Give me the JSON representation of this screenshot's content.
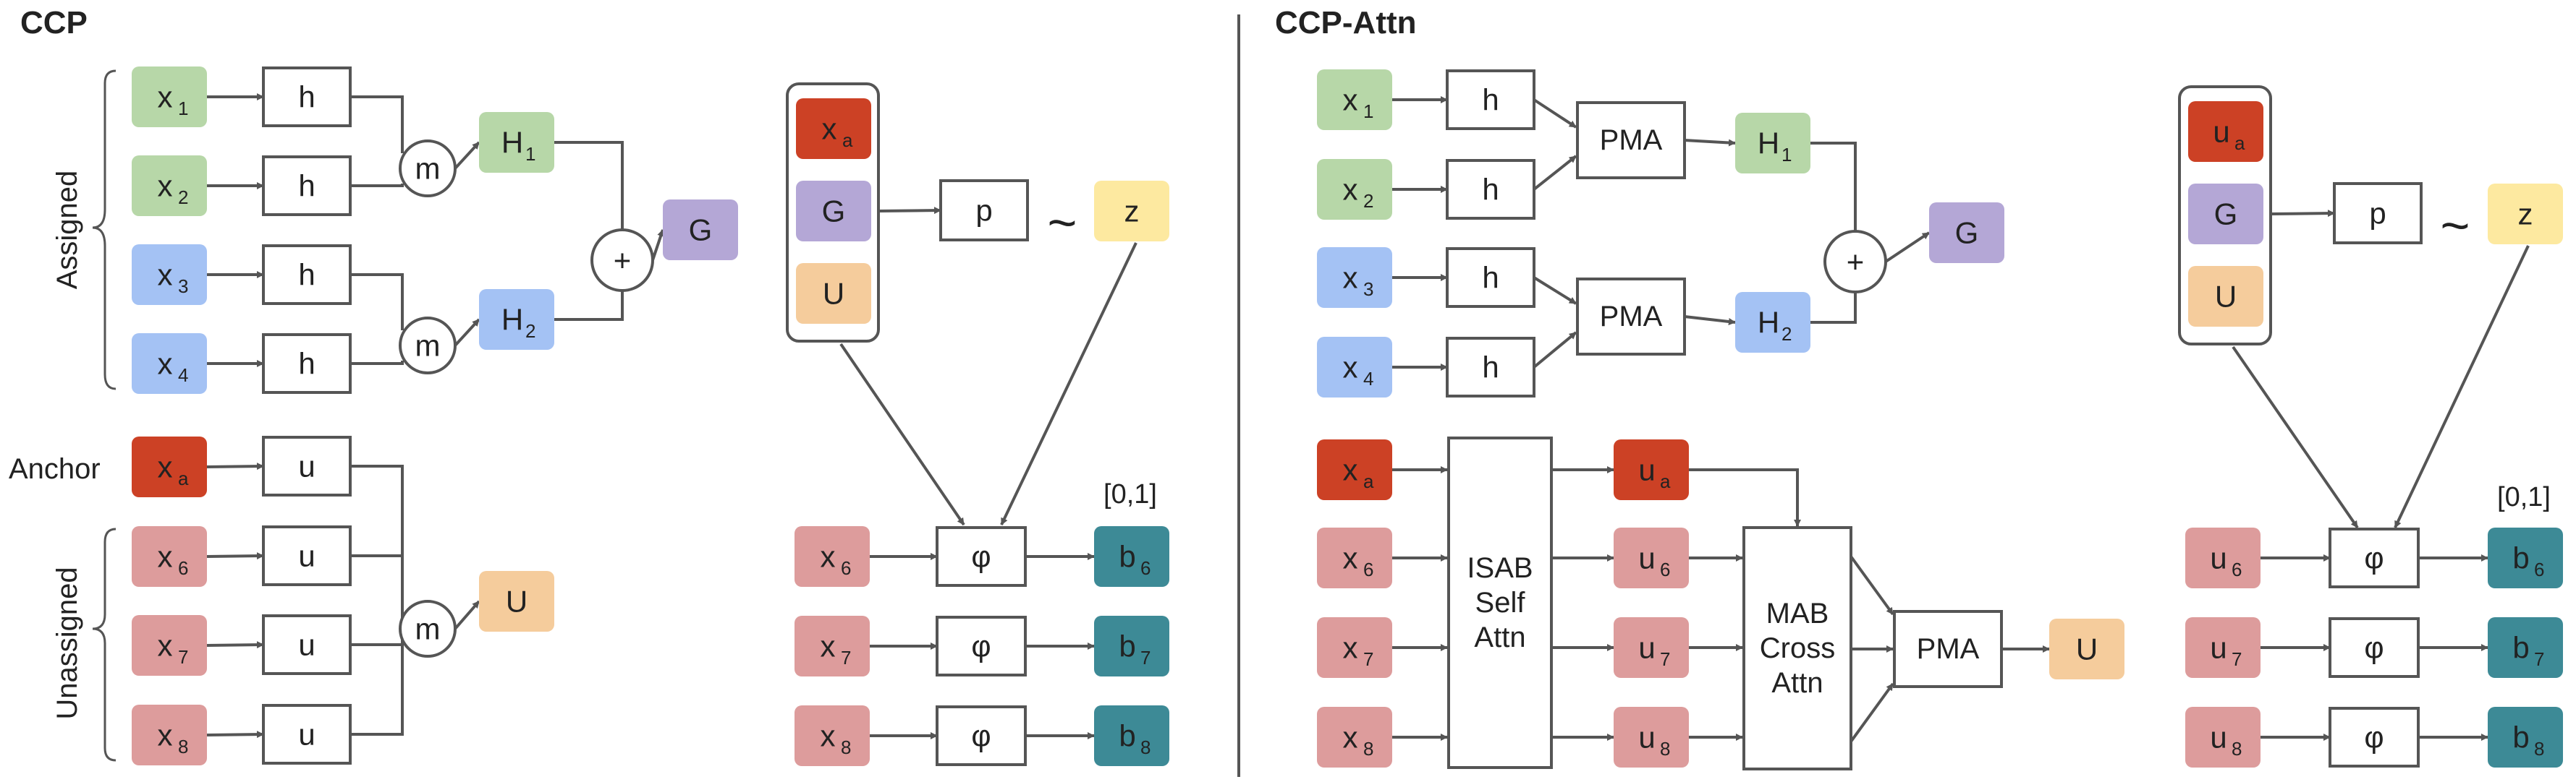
{
  "titles": {
    "left": "CCP",
    "right": "CCP-Attn"
  },
  "labels": {
    "assigned": "Assigned",
    "unassigned": "Unassigned",
    "anchor": "Anchor",
    "range_left": "[0,1]",
    "range_right": "[0,1]",
    "tilde": "~"
  },
  "colors": {
    "green": "#b7d7a8",
    "blue": "#a4c2f4",
    "red": "#cc4125",
    "pink": "#dd9c9c",
    "purple": "#b4a7d6",
    "orange": "#f5cc9c",
    "yellow": "#fde9a0",
    "teal": "#3d8a96",
    "stroke": "#555555"
  },
  "nodes": [
    {
      "id": "L_x1",
      "label": "x",
      "sub": "1",
      "kind": "color",
      "color": "green"
    },
    {
      "id": "L_x2",
      "label": "x",
      "sub": "2",
      "kind": "color",
      "color": "green"
    },
    {
      "id": "L_x3",
      "label": "x",
      "sub": "3",
      "kind": "color",
      "color": "blue"
    },
    {
      "id": "L_x4",
      "label": "x",
      "sub": "4",
      "kind": "color",
      "color": "blue"
    },
    {
      "id": "L_h1",
      "label": "h",
      "kind": "box"
    },
    {
      "id": "L_h2",
      "label": "h",
      "kind": "box"
    },
    {
      "id": "L_h3",
      "label": "h",
      "kind": "box"
    },
    {
      "id": "L_h4",
      "label": "h",
      "kind": "box"
    },
    {
      "id": "L_m1",
      "label": "m",
      "kind": "circle"
    },
    {
      "id": "L_m2",
      "label": "m",
      "kind": "circle"
    },
    {
      "id": "L_H1",
      "label": "H",
      "sub": "1",
      "kind": "color",
      "color": "green"
    },
    {
      "id": "L_H2",
      "label": "H",
      "sub": "2",
      "kind": "color",
      "color": "blue"
    },
    {
      "id": "L_plus",
      "label": "+",
      "kind": "circle"
    },
    {
      "id": "L_G",
      "label": "G",
      "kind": "color",
      "color": "purple"
    },
    {
      "id": "L_xa",
      "label": "x",
      "sub": "a",
      "kind": "color",
      "color": "red",
      "light": true
    },
    {
      "id": "L_x6",
      "label": "x",
      "sub": "6",
      "kind": "color",
      "color": "pink"
    },
    {
      "id": "L_x7",
      "label": "x",
      "sub": "7",
      "kind": "color",
      "color": "pink"
    },
    {
      "id": "L_x8",
      "label": "x",
      "sub": "8",
      "kind": "color",
      "color": "pink"
    },
    {
      "id": "L_u1",
      "label": "u",
      "kind": "box"
    },
    {
      "id": "L_u2",
      "label": "u",
      "kind": "box"
    },
    {
      "id": "L_u3",
      "label": "u",
      "kind": "box"
    },
    {
      "id": "L_u4",
      "label": "u",
      "kind": "box"
    },
    {
      "id": "L_m3",
      "label": "m",
      "kind": "circle"
    },
    {
      "id": "L_U",
      "label": "U",
      "kind": "color",
      "color": "orange"
    },
    {
      "id": "L_gxa",
      "label": "x",
      "sub": "a",
      "kind": "color",
      "color": "red",
      "light": true
    },
    {
      "id": "L_gG",
      "label": "G",
      "kind": "color",
      "color": "purple"
    },
    {
      "id": "L_gU",
      "label": "U",
      "kind": "color",
      "color": "orange"
    },
    {
      "id": "L_p",
      "label": "p",
      "kind": "box"
    },
    {
      "id": "L_z",
      "label": "z",
      "kind": "color",
      "color": "yellow"
    },
    {
      "id": "L_px6",
      "label": "x",
      "sub": "6",
      "kind": "color",
      "color": "pink"
    },
    {
      "id": "L_px7",
      "label": "x",
      "sub": "7",
      "kind": "color",
      "color": "pink"
    },
    {
      "id": "L_px8",
      "label": "x",
      "sub": "8",
      "kind": "color",
      "color": "pink"
    },
    {
      "id": "L_phi6",
      "label": "φ",
      "kind": "box"
    },
    {
      "id": "L_phi7",
      "label": "φ",
      "kind": "box"
    },
    {
      "id": "L_phi8",
      "label": "φ",
      "kind": "box"
    },
    {
      "id": "L_b6",
      "label": "b",
      "sub": "6",
      "kind": "color",
      "color": "teal",
      "light": true
    },
    {
      "id": "L_b7",
      "label": "b",
      "sub": "7",
      "kind": "color",
      "color": "teal",
      "light": true
    },
    {
      "id": "L_b8",
      "label": "b",
      "sub": "8",
      "kind": "color",
      "color": "teal",
      "light": true
    },
    {
      "id": "R_x1",
      "label": "x",
      "sub": "1",
      "kind": "color",
      "color": "green"
    },
    {
      "id": "R_x2",
      "label": "x",
      "sub": "2",
      "kind": "color",
      "color": "green"
    },
    {
      "id": "R_x3",
      "label": "x",
      "sub": "3",
      "kind": "color",
      "color": "blue"
    },
    {
      "id": "R_x4",
      "label": "x",
      "sub": "4",
      "kind": "color",
      "color": "blue"
    },
    {
      "id": "R_h1",
      "label": "h",
      "kind": "box"
    },
    {
      "id": "R_h2",
      "label": "h",
      "kind": "box"
    },
    {
      "id": "R_h3",
      "label": "h",
      "kind": "box"
    },
    {
      "id": "R_h4",
      "label": "h",
      "kind": "box"
    },
    {
      "id": "R_pma1",
      "label": "PMA",
      "kind": "box"
    },
    {
      "id": "R_pma2",
      "label": "PMA",
      "kind": "box"
    },
    {
      "id": "R_H1",
      "label": "H",
      "sub": "1",
      "kind": "color",
      "color": "green"
    },
    {
      "id": "R_H2",
      "label": "H",
      "sub": "2",
      "kind": "color",
      "color": "blue"
    },
    {
      "id": "R_plus",
      "label": "+",
      "kind": "circle"
    },
    {
      "id": "R_G",
      "label": "G",
      "kind": "color",
      "color": "purple"
    },
    {
      "id": "R_xa",
      "label": "x",
      "sub": "a",
      "kind": "color",
      "color": "red",
      "light": true
    },
    {
      "id": "R_x6",
      "label": "x",
      "sub": "6",
      "kind": "color",
      "color": "pink"
    },
    {
      "id": "R_x7",
      "label": "x",
      "sub": "7",
      "kind": "color",
      "color": "pink"
    },
    {
      "id": "R_x8",
      "label": "x",
      "sub": "8",
      "kind": "color",
      "color": "pink"
    },
    {
      "id": "R_isab",
      "lines": [
        "ISAB",
        "Self",
        "Attn"
      ],
      "kind": "box"
    },
    {
      "id": "R_ua",
      "label": "u",
      "sub": "a",
      "kind": "color",
      "color": "red",
      "light": true
    },
    {
      "id": "R_u6",
      "label": "u",
      "sub": "6",
      "kind": "color",
      "color": "pink"
    },
    {
      "id": "R_u7",
      "label": "u",
      "sub": "7",
      "kind": "color",
      "color": "pink"
    },
    {
      "id": "R_u8",
      "label": "u",
      "sub": "8",
      "kind": "color",
      "color": "pink"
    },
    {
      "id": "R_mab",
      "lines": [
        "MAB",
        "Cross",
        "Attn"
      ],
      "kind": "box"
    },
    {
      "id": "R_pma3",
      "label": "PMA",
      "kind": "box"
    },
    {
      "id": "R_U",
      "label": "U",
      "kind": "color",
      "color": "orange"
    },
    {
      "id": "R_gua",
      "label": "u",
      "sub": "a",
      "kind": "color",
      "color": "red",
      "light": true
    },
    {
      "id": "R_gG",
      "label": "G",
      "kind": "color",
      "color": "purple"
    },
    {
      "id": "R_gU",
      "label": "U",
      "kind": "color",
      "color": "orange"
    },
    {
      "id": "R_p",
      "label": "p",
      "kind": "box"
    },
    {
      "id": "R_z",
      "label": "z",
      "kind": "color",
      "color": "yellow"
    },
    {
      "id": "R_pu6",
      "label": "u",
      "sub": "6",
      "kind": "color",
      "color": "pink"
    },
    {
      "id": "R_pu7",
      "label": "u",
      "sub": "7",
      "kind": "color",
      "color": "pink"
    },
    {
      "id": "R_pu8",
      "label": "u",
      "sub": "8",
      "kind": "color",
      "color": "pink"
    },
    {
      "id": "R_phi6",
      "label": "φ",
      "kind": "box"
    },
    {
      "id": "R_phi7",
      "label": "φ",
      "kind": "box"
    },
    {
      "id": "R_phi8",
      "label": "φ",
      "kind": "box"
    },
    {
      "id": "R_b6",
      "label": "b",
      "sub": "6",
      "kind": "color",
      "color": "teal",
      "light": true
    },
    {
      "id": "R_b7",
      "label": "b",
      "sub": "7",
      "kind": "color",
      "color": "teal",
      "light": true
    },
    {
      "id": "R_b8",
      "label": "b",
      "sub": "8",
      "kind": "color",
      "color": "teal",
      "light": true
    }
  ]
}
